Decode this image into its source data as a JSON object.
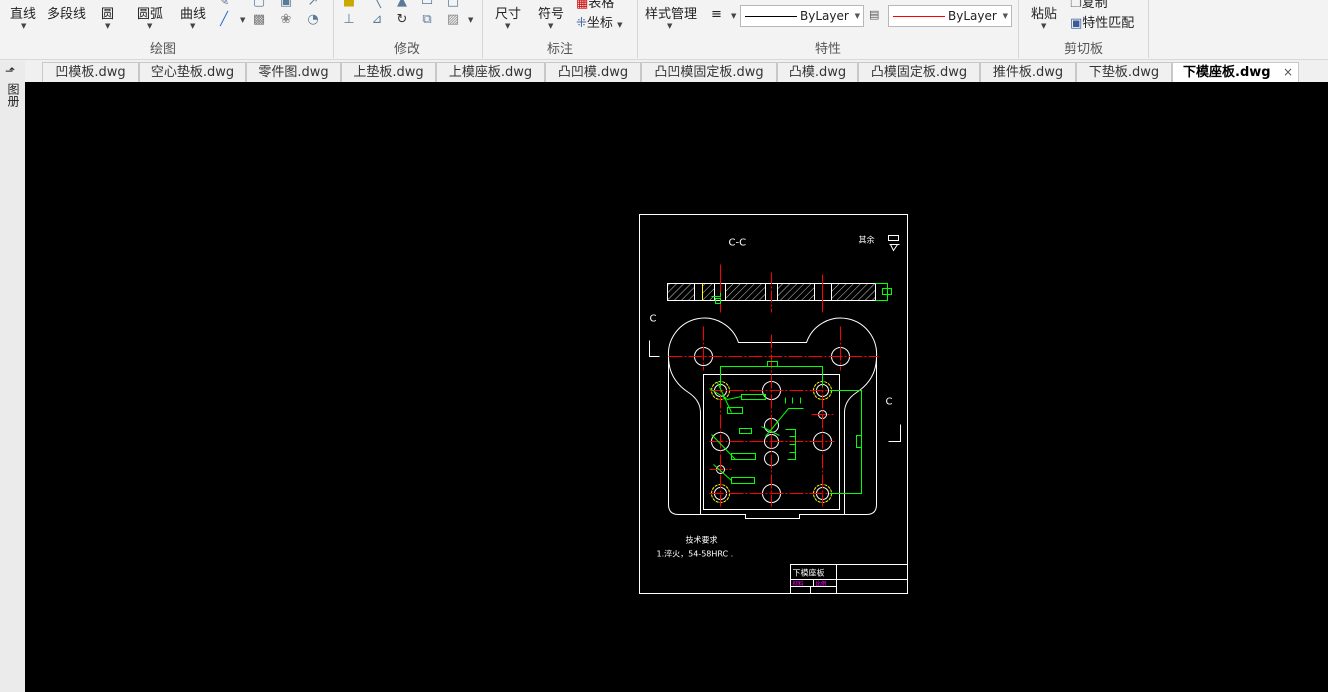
{
  "ribbon": {
    "draw": {
      "line": "直线",
      "polyline": "多段线",
      "circle": "圆",
      "arc": "圆弧",
      "curve": "曲线",
      "group": "绘图"
    },
    "modify": {
      "group": "修改"
    },
    "annotate": {
      "dimension": "尺寸",
      "symbol": "符号",
      "table": "表格",
      "coordinate": "坐标",
      "group": "标注"
    },
    "properties": {
      "style_manager": "样式管理",
      "linetype": "ByLayer",
      "color": "ByLayer",
      "group": "特性"
    },
    "clipboard": {
      "paste": "粘贴",
      "copy": "复制",
      "match": "特性匹配",
      "group": "剪切板"
    }
  },
  "leftbar": {
    "label": "图册"
  },
  "tabs": [
    {
      "label": "凹模板.dwg"
    },
    {
      "label": "空心垫板.dwg"
    },
    {
      "label": "零件图.dwg"
    },
    {
      "label": "上垫板.dwg"
    },
    {
      "label": "上模座板.dwg"
    },
    {
      "label": "凸凹模.dwg"
    },
    {
      "label": "凸凹模固定板.dwg"
    },
    {
      "label": "凸模.dwg"
    },
    {
      "label": "凸模固定板.dwg"
    },
    {
      "label": "推件板.dwg"
    },
    {
      "label": "下垫板.dwg"
    },
    {
      "label": "下模座板.dwg",
      "active": true
    }
  ],
  "tab_close": "×",
  "drawing": {
    "section_label": "C-C",
    "roughness_note": "其余",
    "section_mark_left": "C",
    "section_mark_right": "C",
    "tech_title": "技术要求",
    "tech_note": "1.淬火，54-58HRC  .",
    "title_block": {
      "name": "下模座板",
      "material": "材料",
      "scale": "比例"
    }
  },
  "colors": {
    "canvas": "#000000",
    "line": "#ffffff",
    "center": "#ff0000",
    "dim": "#00ff00",
    "hidden": "#ffff00"
  }
}
